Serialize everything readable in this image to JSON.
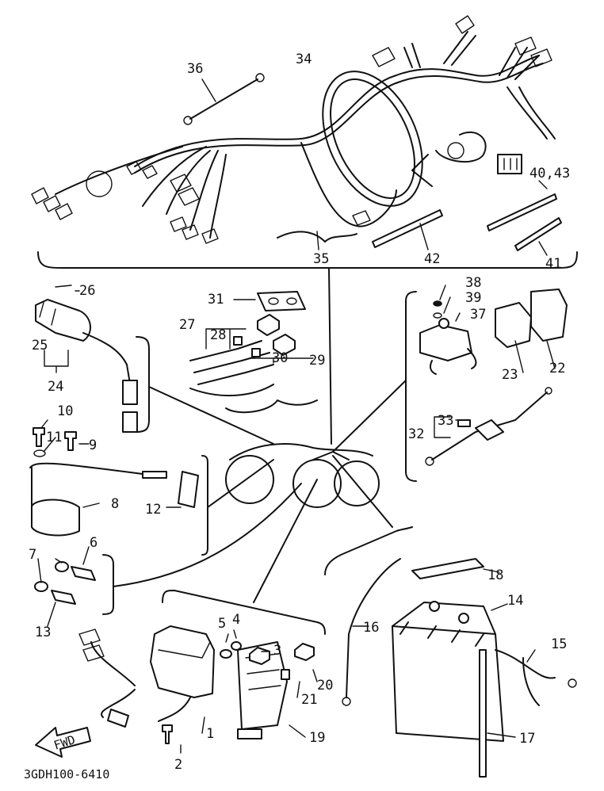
{
  "diagram": {
    "drawing_code": "3GDH100-6410",
    "fwd_label": "FWD",
    "callouts": {
      "c1": "1",
      "c2": "2",
      "c3": "3",
      "c4": "4",
      "c5": "5",
      "c6": "6",
      "c7": "7",
      "c8": "8",
      "c9": "9",
      "c10": "10",
      "c11": "11",
      "c12": "12",
      "c13": "13",
      "c14": "14",
      "c15": "15",
      "c16": "16",
      "c17": "17",
      "c18": "18",
      "c19": "19",
      "c20": "20",
      "c21": "21",
      "c22": "22",
      "c23": "23",
      "c24": "24",
      "c25": "25",
      "c26": "26",
      "c27": "27",
      "c28": "28",
      "c29": "29",
      "c30": "30",
      "c31": "31",
      "c32": "32",
      "c33": "33",
      "c34": "34",
      "c35": "35",
      "c36": "36",
      "c37": "37",
      "c38": "38",
      "c39": "39",
      "c40_43": "40,43",
      "c41": "41",
      "c42": "42"
    }
  }
}
